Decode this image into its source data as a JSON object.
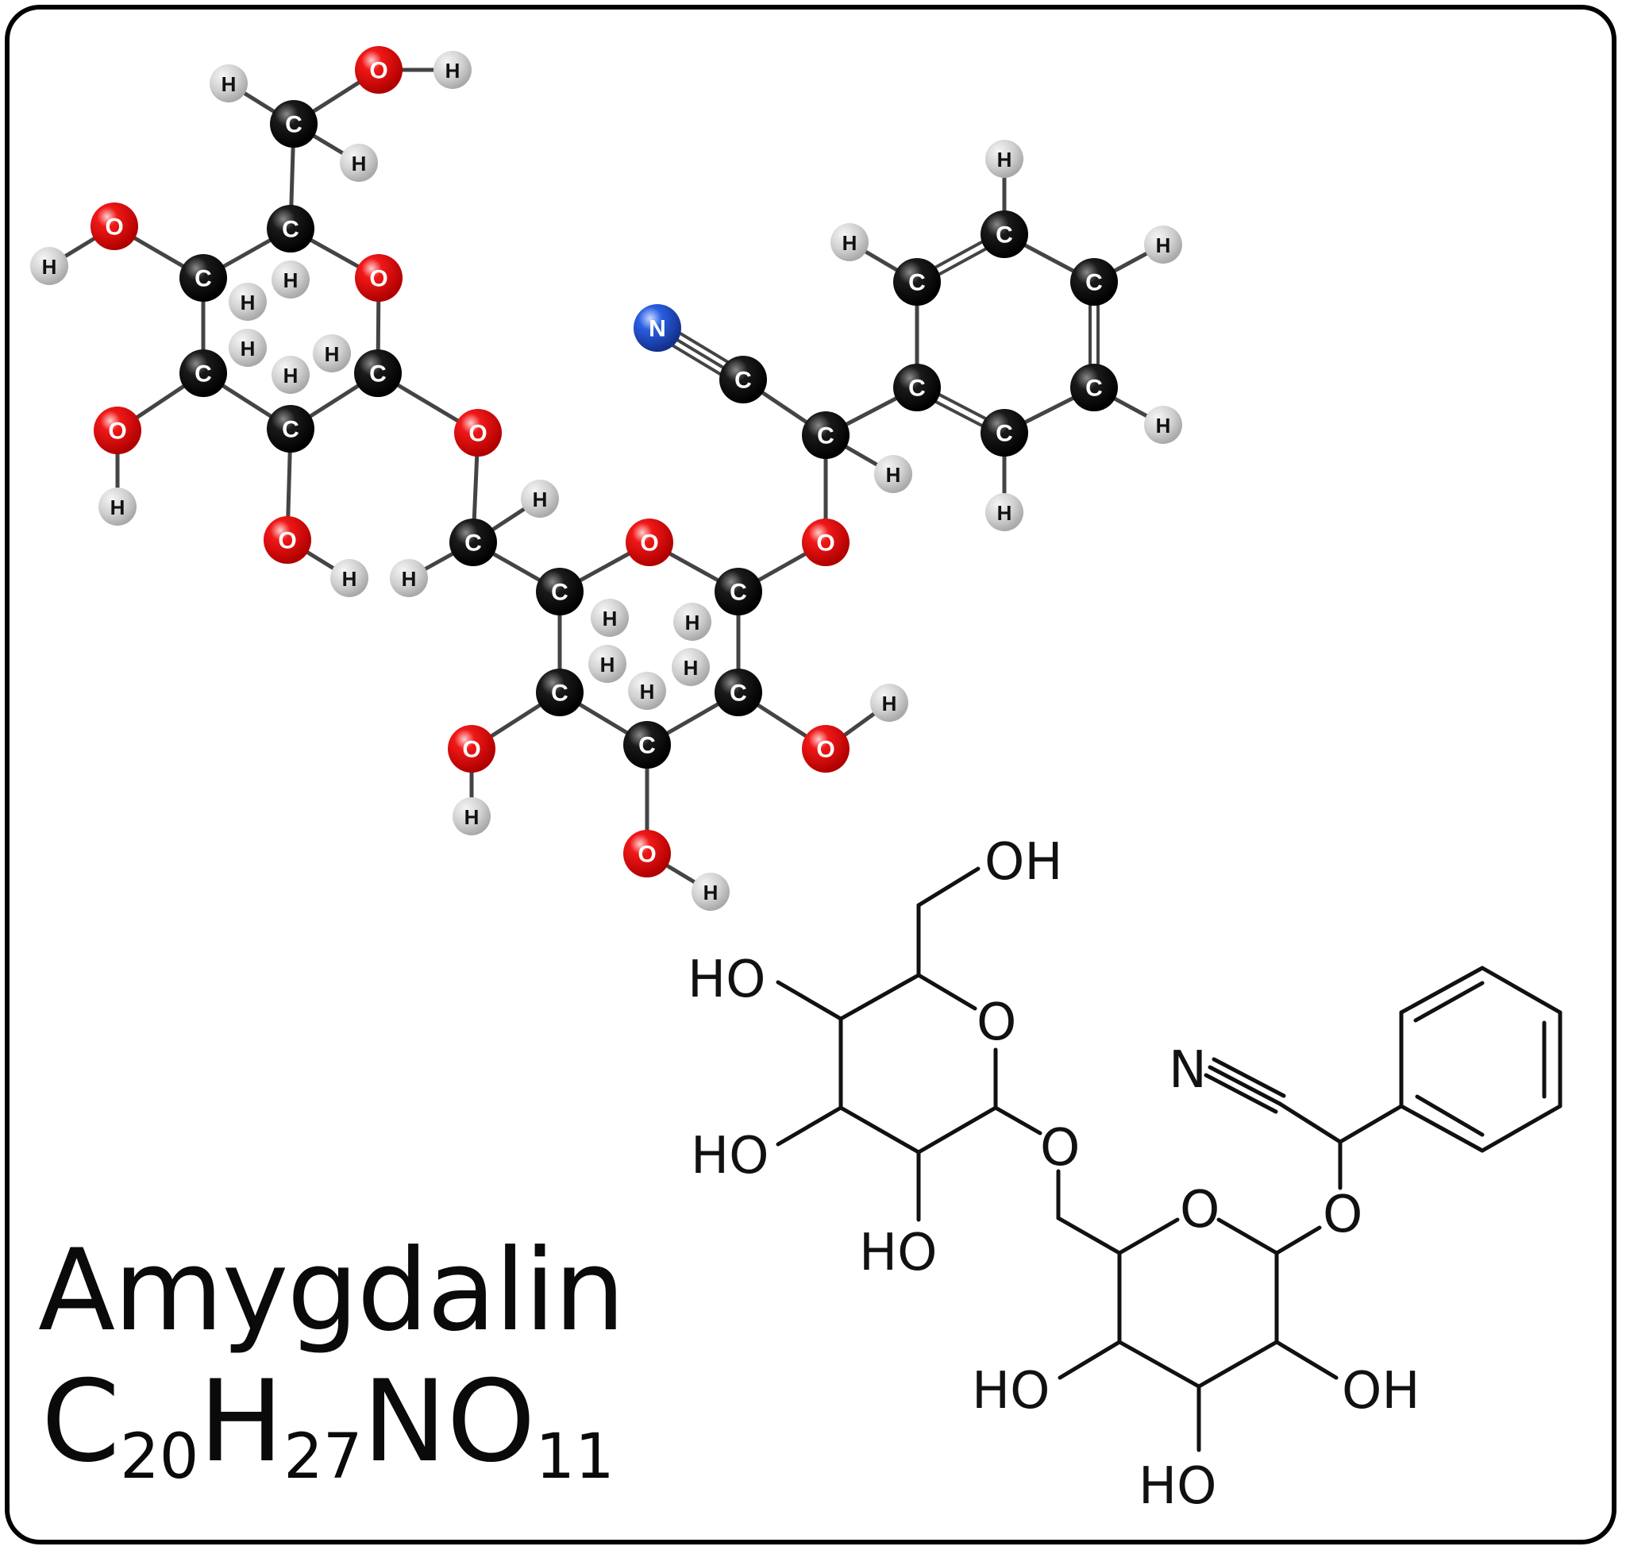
{
  "compound": {
    "name": "Amygdalin",
    "formula": [
      {
        "el": "C",
        "n": "20"
      },
      {
        "el": "H",
        "n": "27"
      },
      {
        "el": "N",
        "n": ""
      },
      {
        "el": "O",
        "n": "11"
      }
    ]
  },
  "colors": {
    "carbon": "#111111",
    "oxygen": "#e8101a",
    "nitrogen": "#2152d9",
    "hydrogen": "#c8c8c8",
    "bond": "#444444",
    "outline": "#000000"
  },
  "atom_labels": {
    "C": "C",
    "O": "O",
    "N": "N",
    "H": "H"
  },
  "skeletal_labels": {
    "oh_top": "OH",
    "ho_1": "HO",
    "ho_2": "HO",
    "ho_3": "HO",
    "ring_o_1": "O",
    "link_o": "O",
    "ring_o_2": "O",
    "glyco_o": "O",
    "n": "N",
    "ho_4": "HO",
    "oh_4": "OH",
    "ho_5": "HO"
  }
}
